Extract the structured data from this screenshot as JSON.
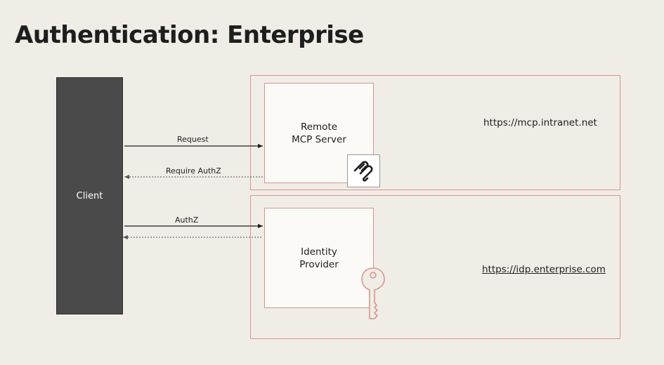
{
  "title": "Authentication: Enterprise",
  "client": {
    "label": "Client"
  },
  "mcp_server": {
    "label": "Remote\nMCP Server",
    "url": "https://mcp.intranet.net"
  },
  "identity_provider": {
    "label": "Identity\nProvider",
    "url": "https://idp.enterprise.com"
  },
  "arrows": {
    "request": "Request",
    "require_authz": "Require AuthZ",
    "authz": "AuthZ"
  },
  "icons": {
    "mcp_logo": "mcp-logo-icon",
    "key": "key-icon"
  },
  "colors": {
    "background": "#f0ede7",
    "client": "#4a4a4a",
    "border_accent": "#d9958a"
  }
}
